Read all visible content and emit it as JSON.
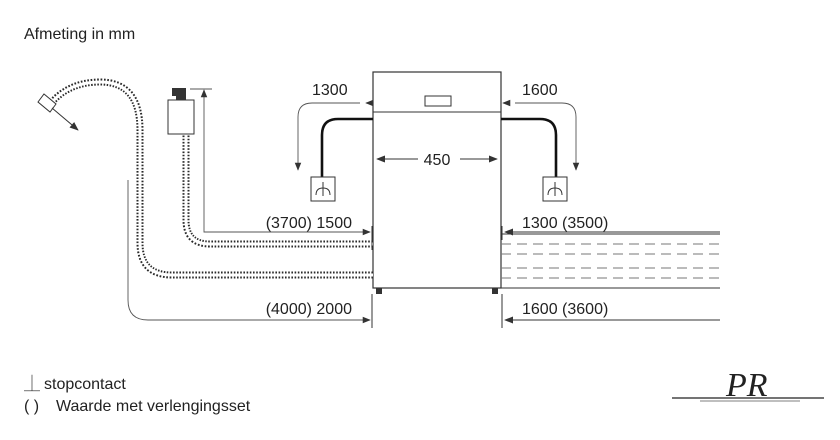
{
  "title": "Afmeting in mm",
  "dimensions": {
    "top_left": "1300",
    "top_right": "1600",
    "width": "450",
    "drain_left": "(3700) 1500",
    "supply_left": "(4000) 2000",
    "drain_right": "1300 (3500)",
    "supply_right": "1600 (3600)"
  },
  "legend": {
    "socket_symbol": "⏊",
    "socket_label": "stopcontact",
    "ext_symbol": "( )",
    "ext_label": "Waarde met verlengingsset"
  },
  "logo": {
    "text": "PR"
  },
  "icons": {
    "socket": "power-socket-icon",
    "tap": "water-tap-icon",
    "arrow": "arrowhead-icon"
  }
}
